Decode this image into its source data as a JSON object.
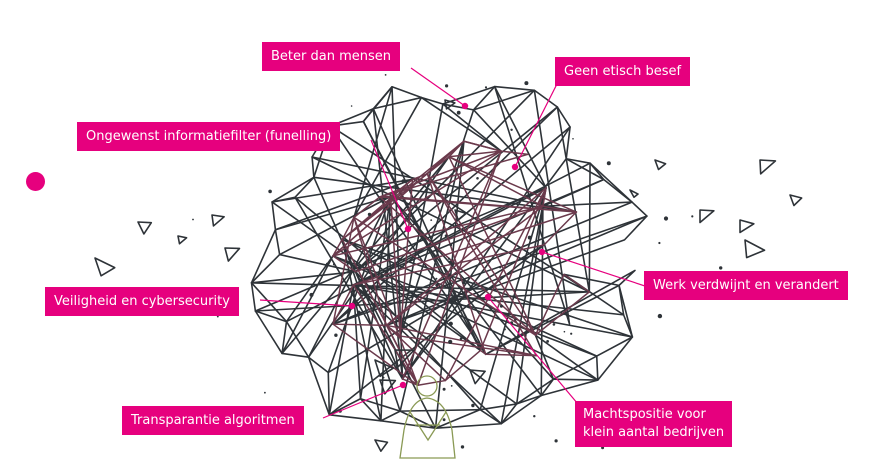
{
  "colors": {
    "accent": "#e6007e",
    "mesh_dark": "#2e3338",
    "mesh_mauve": "#6b3a4c",
    "figure": "#8a9a55"
  },
  "labels": {
    "beter": "Beter dan mensen",
    "geen": "Geen etisch besef",
    "ongewenst": "Ongewenst informatiefilter (funelling)",
    "werk": "Werk verdwijnt en verandert",
    "veiligheid": "Veiligheid en cybersecurity",
    "transparantie": "Transparantie algoritmen",
    "macht_line1": "Machtspositie voor",
    "macht_line2": "klein aantal bedrijven"
  },
  "icons": {
    "decor_dot": "pink-dot-icon",
    "figure": "human-figure-icon"
  }
}
